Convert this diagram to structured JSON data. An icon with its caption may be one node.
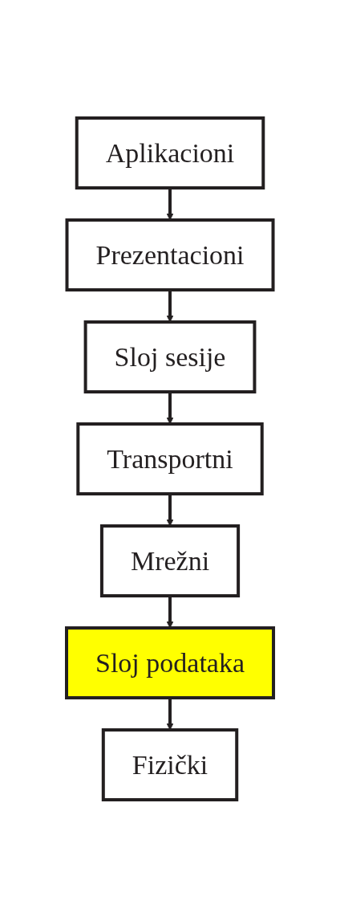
{
  "diagram": {
    "nodes": [
      {
        "text": [
          "Aplikacioni"
        ]
      },
      {
        "text": [
          "Prezentacioni"
        ]
      },
      {
        "text": [
          "Sloj sesije"
        ]
      },
      {
        "text": [
          "Transportni"
        ]
      },
      {
        "text": [
          "Mrežni"
        ]
      },
      {
        "text": [
          "Sloj podataka"
        ]
      },
      {
        "text": [
          "Fizički"
        ]
      }
    ],
    "edges": [
      {
        "from": 0,
        "to": 1,
        "arrow": "to"
      },
      {
        "from": 1,
        "to": 2,
        "arrow": "to"
      },
      {
        "from": 2,
        "to": 3,
        "arrow": "to"
      },
      {
        "from": 3,
        "to": 4,
        "arrow": "to"
      },
      {
        "from": 4,
        "to": 5,
        "arrow": "to"
      },
      {
        "from": 5,
        "to": 6,
        "arrow": "to"
      }
    ]
  }
}
